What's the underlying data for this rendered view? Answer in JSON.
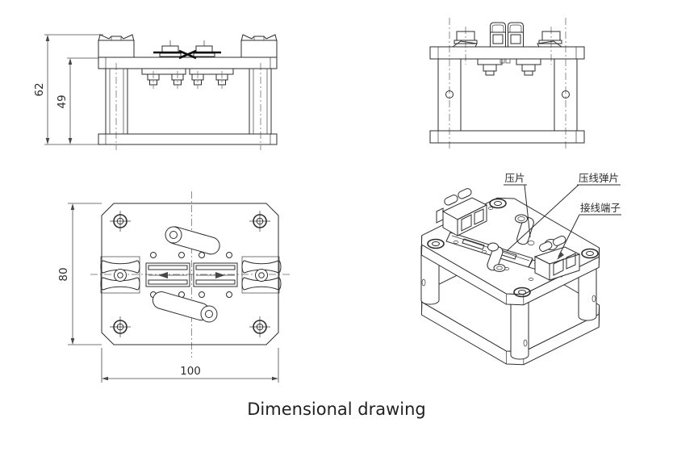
{
  "caption": "Dimensional drawing",
  "front_view": {
    "dims": {
      "total_height": "62",
      "upper_height": "49"
    }
  },
  "top_view": {
    "dims": {
      "depth": "80",
      "width": "100"
    }
  },
  "iso_view": {
    "labels": {
      "press_piece": "压片",
      "wire_press_spring": "压线弹片",
      "terminal": "接线端子"
    }
  },
  "colors": {
    "line": "#2d2d2d",
    "background": "#ffffff"
  }
}
